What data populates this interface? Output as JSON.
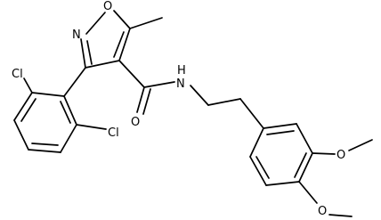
{
  "molecule": {
    "atom_labels": {
      "isoxazole_o": "O",
      "isoxazole_n": "N",
      "carbonyl_o": "O",
      "amide_nh": "N\nH",
      "cl_top": "Cl",
      "cl_right": "Cl",
      "ome_top_o": "O",
      "ome_bottom_o": "O"
    },
    "amide": {
      "n": "N",
      "h": "H"
    }
  }
}
